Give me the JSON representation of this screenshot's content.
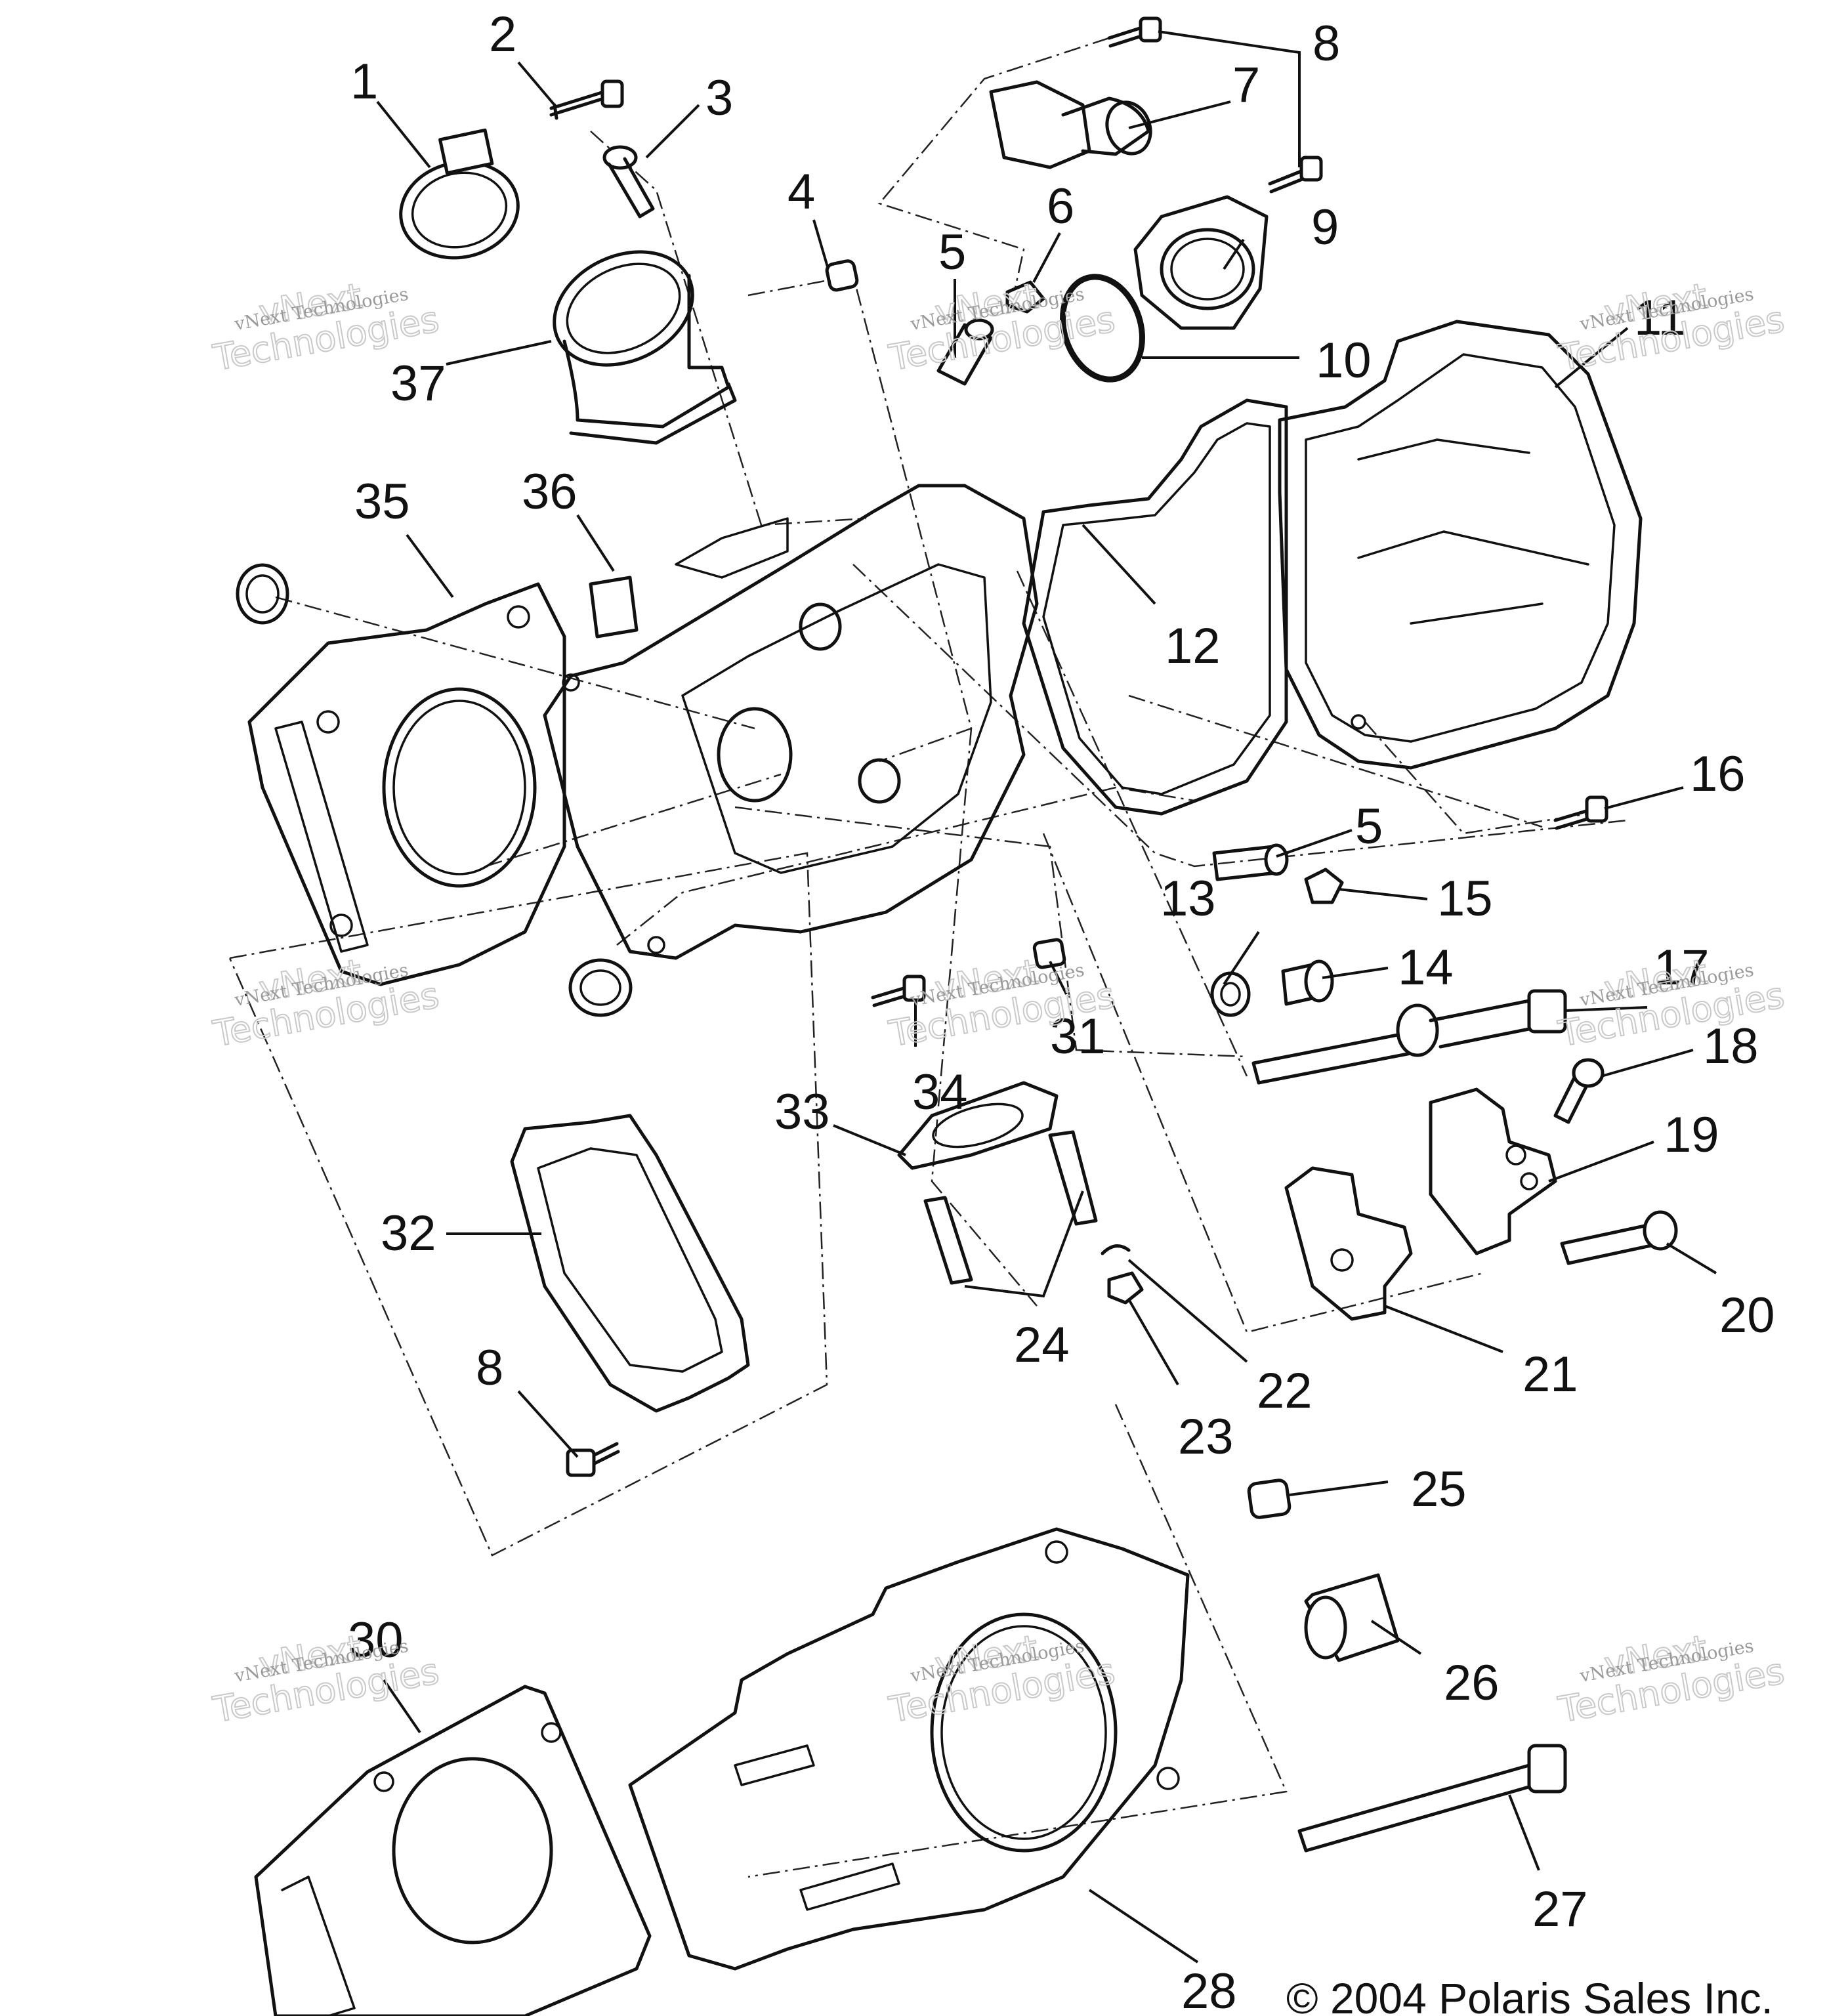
{
  "callouts": [
    {
      "id": "1",
      "label": "1"
    },
    {
      "id": "2",
      "label": "2"
    },
    {
      "id": "3",
      "label": "3"
    },
    {
      "id": "4",
      "label": "4"
    },
    {
      "id": "5a",
      "label": "5"
    },
    {
      "id": "6",
      "label": "6"
    },
    {
      "id": "7",
      "label": "7"
    },
    {
      "id": "8a",
      "label": "8"
    },
    {
      "id": "9",
      "label": "9"
    },
    {
      "id": "10",
      "label": "10"
    },
    {
      "id": "11",
      "label": "11"
    },
    {
      "id": "12",
      "label": "12"
    },
    {
      "id": "13",
      "label": "13"
    },
    {
      "id": "14",
      "label": "14"
    },
    {
      "id": "15",
      "label": "15"
    },
    {
      "id": "16",
      "label": "16"
    },
    {
      "id": "5b",
      "label": "5"
    },
    {
      "id": "17",
      "label": "17"
    },
    {
      "id": "18",
      "label": "18"
    },
    {
      "id": "19",
      "label": "19"
    },
    {
      "id": "20",
      "label": "20"
    },
    {
      "id": "21",
      "label": "21"
    },
    {
      "id": "22",
      "label": "22"
    },
    {
      "id": "23",
      "label": "23"
    },
    {
      "id": "24",
      "label": "24"
    },
    {
      "id": "25",
      "label": "25"
    },
    {
      "id": "26",
      "label": "26"
    },
    {
      "id": "27",
      "label": "27"
    },
    {
      "id": "28",
      "label": "28"
    },
    {
      "id": "30",
      "label": "30"
    },
    {
      "id": "31",
      "label": "31"
    },
    {
      "id": "32",
      "label": "32"
    },
    {
      "id": "33",
      "label": "33"
    },
    {
      "id": "34",
      "label": "34"
    },
    {
      "id": "35",
      "label": "35"
    },
    {
      "id": "36",
      "label": "36"
    },
    {
      "id": "37",
      "label": "37"
    },
    {
      "id": "8b",
      "label": "8"
    }
  ],
  "watermark": {
    "line1": "vNext",
    "line2": "vNext Technologies",
    "line3": "Technologies"
  },
  "copyright": "© 2004 Polaris Sales Inc."
}
